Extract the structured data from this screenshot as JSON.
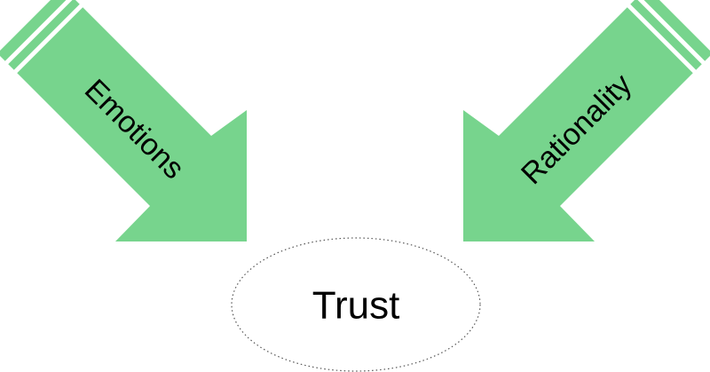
{
  "diagram": {
    "arrows": [
      {
        "label": "Emotions",
        "direction": "down-right"
      },
      {
        "label": "Rationality",
        "direction": "down-left"
      }
    ],
    "target": {
      "label": "Trust",
      "shape": "dotted-ellipse"
    }
  },
  "colors": {
    "arrow_fill": "#77d48d",
    "stripe": "#ffffff",
    "ellipse_stroke": "#555555",
    "text": "#000000",
    "background": "#ffffff"
  }
}
